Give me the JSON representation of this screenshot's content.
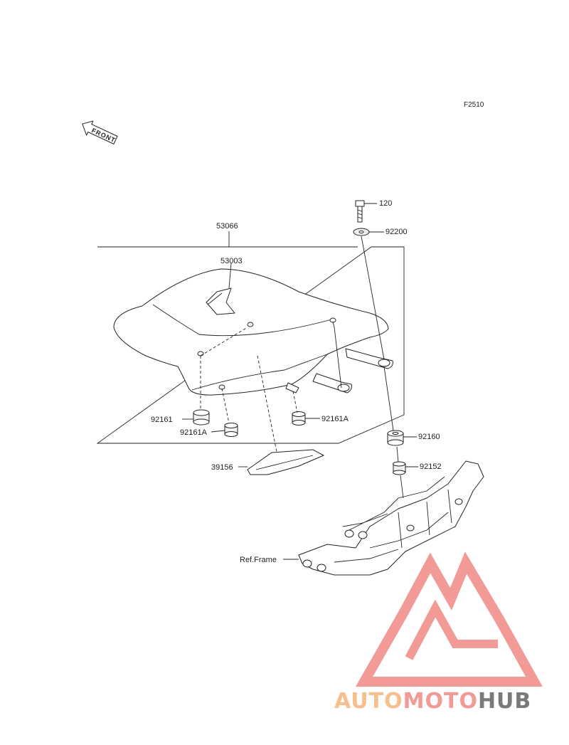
{
  "figure_code": "F2510",
  "front_indicator": "FRONT",
  "parts": {
    "p120": "120",
    "p92200": "92200",
    "p53066": "53066",
    "p53003": "53003",
    "p92161": "92161",
    "p92161A_left": "92161A",
    "p92161A_right": "92161A",
    "p92160": "92160",
    "p92152": "92152",
    "p39156": "39156",
    "ref_frame": "Ref.Frame"
  },
  "watermark": {
    "text": "AUTOMOTOHUB",
    "part1": "AUTO",
    "part2": "MOTO",
    "part3": "HUB",
    "colors": {
      "logo": "#f29b96",
      "auto": "#f5c08e",
      "moto": "#f29b96",
      "hub": "#7a7a7a"
    }
  }
}
